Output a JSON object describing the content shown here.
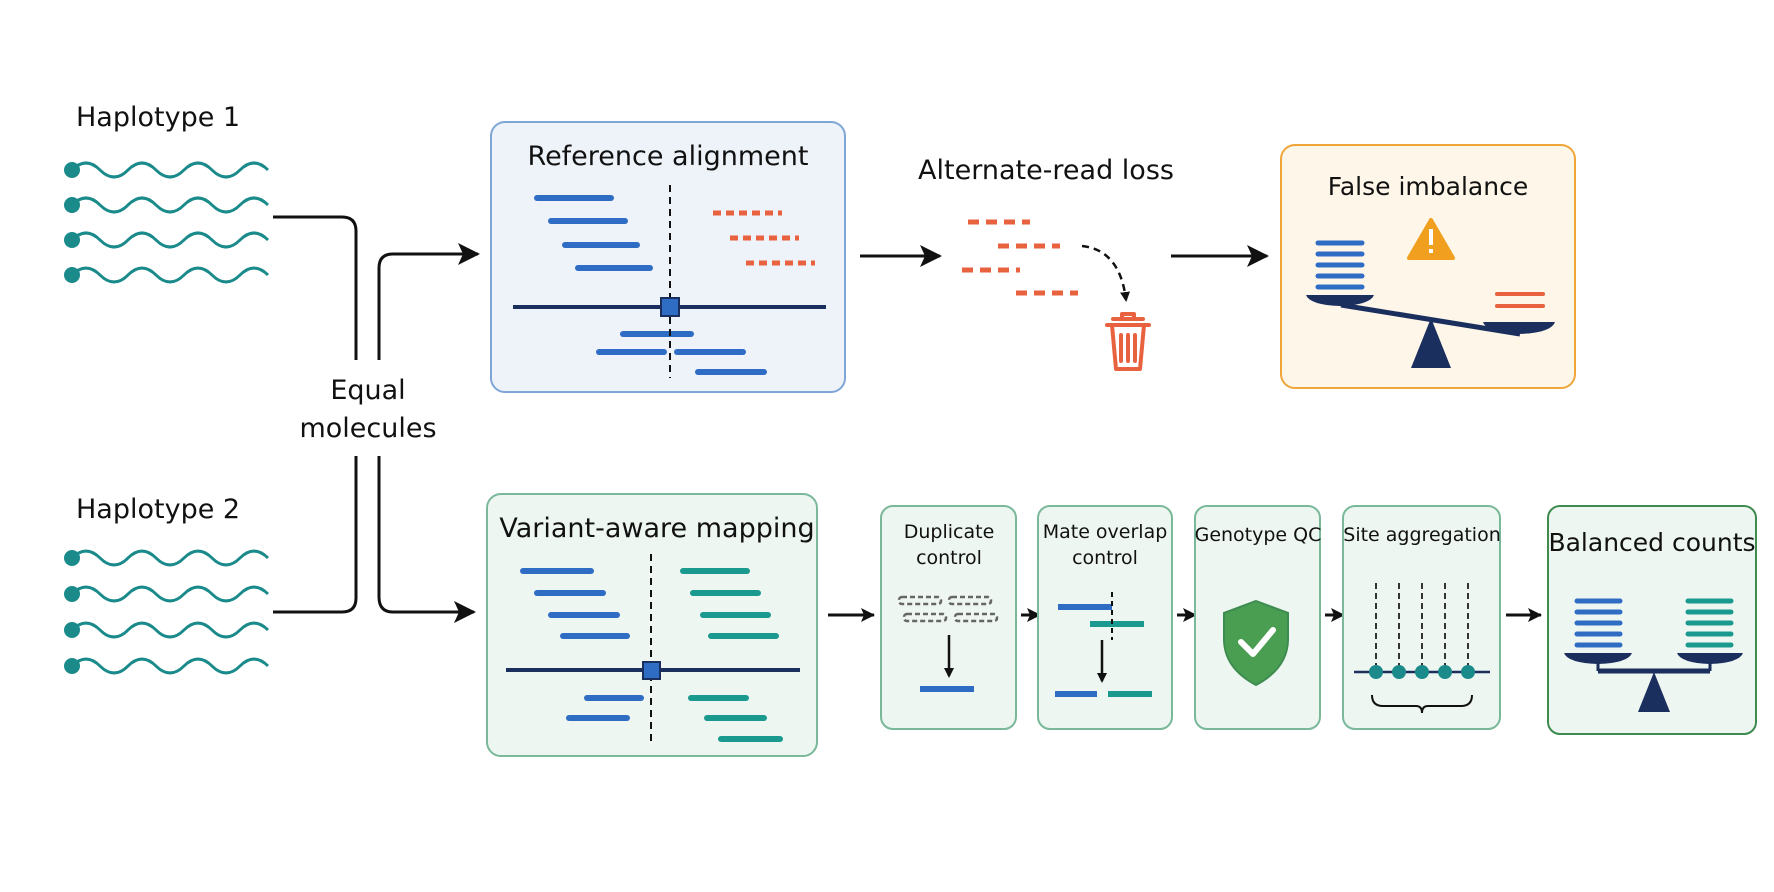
{
  "labels": {
    "haplotype1": "Haplotype 1",
    "haplotype2": "Haplotype 2",
    "equal_line1": "Equal",
    "equal_line2": "molecules",
    "reference_alignment": "Reference alignment",
    "alternate_read_loss": "Alternate-read loss",
    "false_imbalance": "False imbalance",
    "variant_aware_mapping": "Variant-aware mapping",
    "duplicate_control_1": "Duplicate",
    "duplicate_control_2": "control",
    "mate_overlap_control_1": "Mate overlap",
    "mate_overlap_control_2": "control",
    "genotype_qc": "Genotype QC",
    "site_aggregation": "Site aggregation",
    "balanced_counts": "Balanced counts"
  },
  "colors": {
    "teal": "#1a8a8a",
    "blue": "#2f6dc4",
    "navy": "#1b2f5e",
    "orange_red": "#e8623f",
    "warning_amber": "#f0a01e",
    "box_blue_border": "#7fa6d6",
    "box_blue_fill": "#eef3fa",
    "box_green_border": "#7ab89a",
    "box_green_fill": "#eef6f1",
    "box_orange_border": "#f0a53a",
    "box_orange_fill": "#fdf6e9",
    "box_darkgreen_border": "#3e8c4f",
    "shield_green": "#4a9e52"
  },
  "icons": [
    "warning-icon",
    "trash-icon",
    "shield-check-icon",
    "balance-scale-icon"
  ]
}
